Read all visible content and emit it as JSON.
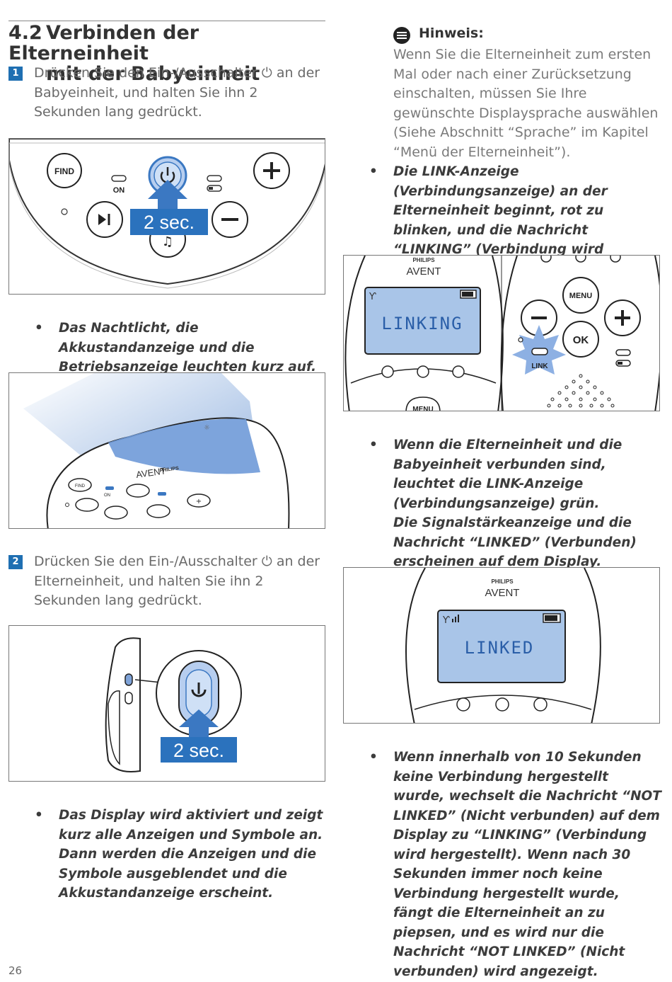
{
  "section": {
    "number": "4.2",
    "title_line1": "Verbinden der Elterneinheit",
    "title_line2": "mit der Babyeinheit"
  },
  "step1": {
    "badge": "1",
    "text": "Drücken Sie den Ein-/Ausschalter ⏻ an der Babyeinheit, und halten Sie ihn 2 Sekunden lang gedrückt."
  },
  "figure1": {
    "find": "FIND",
    "on": "ON",
    "sec": "2 sec."
  },
  "bullet1": "Das Nachtlicht, die Akkustandanzeige und die Betriebsanzeige leuchten kurz auf.",
  "figure2": {
    "brand_small": "PHILIPS",
    "brand": "AVENT",
    "find": "FIND",
    "on": "ON"
  },
  "step2": {
    "badge": "2",
    "text": "Drücken Sie den Ein-/Ausschalter ⏻ an der Elterneinheit, und halten Sie ihn 2 Sekunden lang gedrückt."
  },
  "figure3": {
    "sec": "2 sec."
  },
  "bullet2": "Das Display wird aktiviert und zeigt kurz alle Anzeigen und Symbole an. Dann werden die Anzeigen und die Symbole ausgeblendet und die Akkustandanzeige erscheint.",
  "hinweis": {
    "heading": "Hinweis:",
    "text": "Wenn Sie die Elterneinheit zum ersten Mal oder nach einer Zurücksetzung einschalten, müssen Sie Ihre gewünschte Displaysprache auswählen (Siehe Abschnitt “Sprache” im Kapitel “Menü der Elterneinheit”)."
  },
  "bullet3": "Die LINK-Anzeige (Verbindungsanzeige) an der Elterneinheit beginnt, rot zu blinken, und die Nachricht “LINKING” (Verbindung wird hergestellt) erscheint auf dem Display.",
  "figure4": {
    "brand_small": "PHILIPS",
    "brand": "AVENT",
    "screen": "LINKING",
    "menu_bottom": "MENU",
    "menu": "MENU",
    "ok": "OK",
    "link": "LINK"
  },
  "bullet4_line1": "Wenn die Elterneinheit und die Babyeinheit verbunden sind, leuchtet die LINK-Anzeige (Verbindungsanzeige) grün.",
  "bullet4_line2": "Die Signalstärkeanzeige und die Nachricht “LINKED” (Verbunden) erscheinen auf dem Display.",
  "figure5": {
    "brand_small": "PHILIPS",
    "brand": "AVENT",
    "screen": "LINKED"
  },
  "bullet5": "Wenn innerhalb von 10 Sekunden keine Verbindung hergestellt wurde, wechselt die Nachricht “NOT LINKED” (Nicht verbunden) auf dem Display zu “LINKING” (Verbindung wird hergestellt). Wenn nach 30 Sekunden immer noch keine Verbindung hergestellt wurde, fängt die Elterneinheit an zu piepsen, und es wird nur die Nachricht “NOT LINKED” (Nicht verbunden) wird angezeigt.",
  "page_number": "26",
  "colors": {
    "accent_blue": "#1f6fb2",
    "lcd_blue": "#a9c5e8",
    "arrow_blue": "#3b78c2"
  }
}
